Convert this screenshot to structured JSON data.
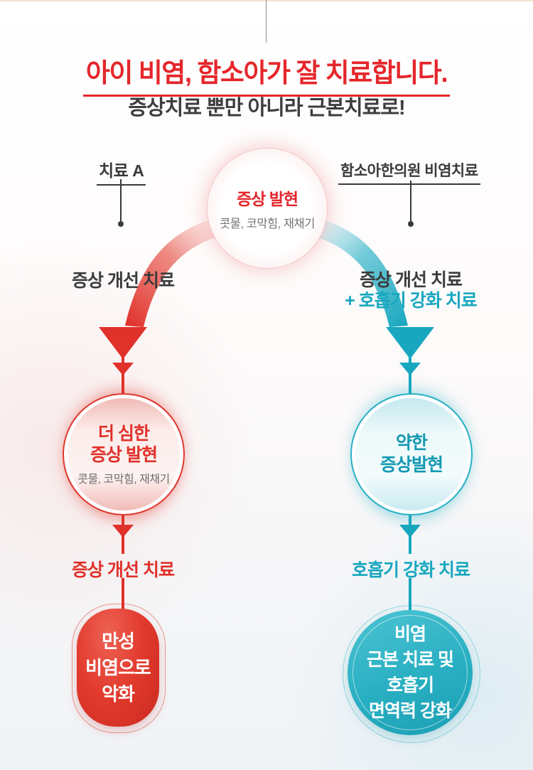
{
  "header": {
    "title": "아이 비염, 함소아가 잘 치료합니다.",
    "subtitle": "증상치료 뿐만 아니라 근본치료로!"
  },
  "branch_labels": {
    "left": "치료 A",
    "right": "함소아한의원 비염치료"
  },
  "start_node": {
    "title": "증상 발현",
    "subtitle": "콧물, 코막힘, 재채기"
  },
  "left_path": {
    "step1": "증상 개선 치료",
    "node_line1": "더 심한",
    "node_line2": "증상 발현",
    "node_subtitle": "콧물, 코막힘, 재채기",
    "step2": "증상 개선 치료",
    "result_line1": "만성",
    "result_line2": "비염으로",
    "result_line3": "악화"
  },
  "right_path": {
    "step1_line1": "증상 개선 치료",
    "step1_line2": "+ 호흡기 강화 치료",
    "node_line1": "약한",
    "node_line2": "증상발현",
    "step2": "호흡기 강화 치료",
    "result_line1": "비염",
    "result_line2": "근본 치료 및",
    "result_line3": "호흡기",
    "result_line4": "면역력 강화"
  },
  "colors": {
    "red": "#e0312a",
    "teal": "#18a7bf",
    "dark": "#3c3c3c",
    "gray": "#757575"
  }
}
